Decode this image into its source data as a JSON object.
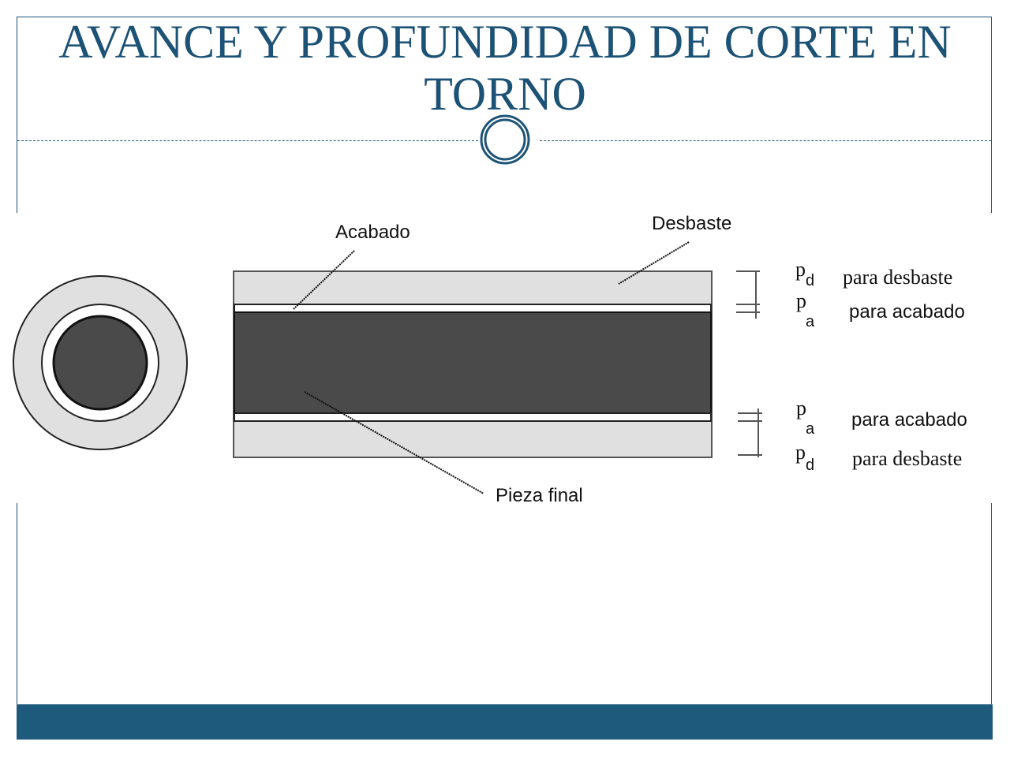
{
  "slide": {
    "title": "AVANCE Y PROFUNDIDAD DE CORTE EN TORNO",
    "title_line1": "AVANCE Y PROFUNDIDAD DE CORTE EN",
    "title_line2": "TORNO",
    "accent_color": "#1c5275",
    "footer_color": "#1e5a7c"
  },
  "diagram": {
    "labels": {
      "acabado": "Acabado",
      "desbaste": "Desbaste",
      "pieza_final": "Pieza final"
    },
    "legend": [
      {
        "symbol": "p",
        "subscript": "d",
        "text": "para desbaste",
        "position": "top-outer"
      },
      {
        "symbol": "p",
        "subscript": "a",
        "text": "para acabado",
        "position": "top-inner"
      },
      {
        "symbol": "p",
        "subscript": "a",
        "text": "para acabado",
        "position": "bottom-inner"
      },
      {
        "symbol": "p",
        "subscript": "d",
        "text": "para desbaste",
        "position": "bottom-outer"
      }
    ],
    "colors": {
      "desbaste_layer": "#e0e0e0",
      "acabado_layer": "#ffffff",
      "pieza_final": "#4a4a4a",
      "outline": "#222222"
    }
  }
}
